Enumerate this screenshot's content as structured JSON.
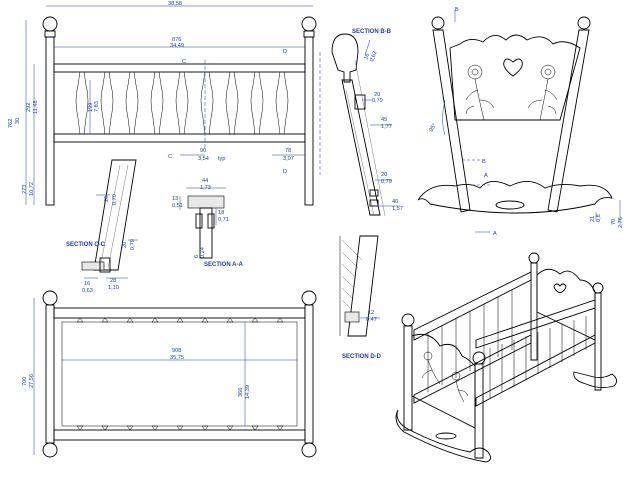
{
  "dimensions": {
    "overall_width": "38,58",
    "headboard_height_mm": "762",
    "headboard_height_in": "30",
    "rail_height_mm": "292",
    "rail_height_in": "11,48",
    "leg_mm": "273",
    "leg_in": "10,72",
    "inner_length_mm": "876",
    "inner_length_in": "34,49",
    "spindle_mm": "199",
    "spindle_in": "7,83",
    "spacing_mm": "90",
    "spacing_in": "3,54",
    "spacing_typ": "typ",
    "end_mm": "78",
    "end_in": "3,07",
    "plan_length_mm": "908",
    "plan_length_in": "35,75",
    "plan_width_mm": "366",
    "plan_width_in": "14,39",
    "plan_total_mm": "700",
    "plan_total_in": "27,56"
  },
  "section_labels": {
    "b": "SECTION B-B",
    "c": "SECTION C-C",
    "a": "SECTION A-A",
    "d": "SECTION D-D"
  },
  "cut_letters": {
    "a": "A",
    "b": "B",
    "c": "C",
    "d": "D"
  },
  "section_b_dims": {
    "top_mm": "16",
    "top_in": "0,63",
    "d1_mm": "20",
    "d1_in": "0,79",
    "d2_mm": "45",
    "d2_in": "1,77",
    "d3_mm": "20",
    "d3_in": "0,79",
    "d4_mm": "40",
    "d4_in": "1,57"
  },
  "section_c_dims": {
    "a_mm": "20",
    "a_in": "0,79",
    "b_mm": "20",
    "b_in": "0,79",
    "c_mm": "16",
    "c_in": "0,63",
    "d_mm": "28",
    "d_in": "1,10"
  },
  "section_a_dims": {
    "w_mm": "44",
    "w_in": "1,73",
    "h_mm": "13",
    "h_in": "0,51",
    "g_mm": "18",
    "g_in": "0,71",
    "t_mm": "6",
    "t_in": "0,24"
  },
  "section_d_dims": {
    "mm": "12",
    "in": "0,47"
  },
  "end_view_dims": {
    "angle": "95°",
    "r_mm": "21",
    "r_in": "0,8",
    "h_mm": "70",
    "h_in": "2,76"
  }
}
